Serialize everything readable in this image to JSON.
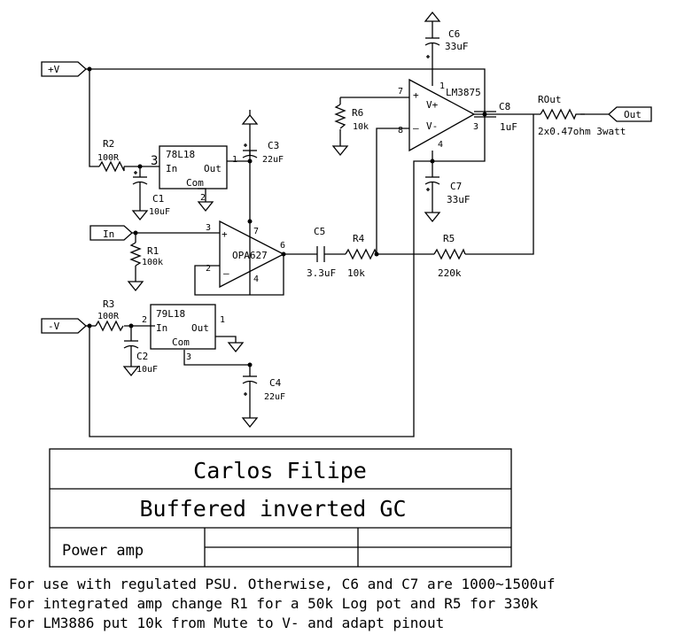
{
  "ports": {
    "pos_supply": "+V",
    "neg_supply": "-V",
    "input": "In",
    "output": "Out"
  },
  "regulators": {
    "pos": {
      "name": "78L18",
      "in": "In",
      "out": "Out",
      "com": "Com",
      "pin_in": "3",
      "pin_out": "1",
      "pin_com": "2"
    },
    "neg": {
      "name": "79L18",
      "in": "In",
      "out": "Out",
      "com": "Com",
      "pin_in": "2",
      "pin_out": "1",
      "pin_com": "3"
    }
  },
  "opamp": {
    "name": "OPA627",
    "pin_plus": "3",
    "pin_minus": "2",
    "pin_v_pos": "7",
    "pin_v_neg": "4",
    "pin_out": "6",
    "sign_plus": "+",
    "sign_minus": "–"
  },
  "power_amp": {
    "name": "LM3875",
    "pin_plus": "7",
    "pin_minus": "8",
    "pin_v_pos": "1",
    "pin_v_neg": "4",
    "pin_out": "3",
    "label_vpos": "V+",
    "label_vneg": "V-",
    "sign_plus": "+",
    "sign_minus": "–"
  },
  "components": {
    "R1": {
      "name": "R1",
      "value": "100k"
    },
    "R2": {
      "name": "R2",
      "value": "100R"
    },
    "R3": {
      "name": "R3",
      "value": "100R"
    },
    "R4": {
      "name": "R4",
      "value": "10k"
    },
    "R5": {
      "name": "R5",
      "value": "220k"
    },
    "R6": {
      "name": "R6",
      "value": "10k"
    },
    "Rout": {
      "name": "ROut",
      "value": "2x0.47ohm 3watt"
    },
    "C1": {
      "name": "C1",
      "value": "10uF"
    },
    "C2": {
      "name": "C2",
      "value": "10uF"
    },
    "C3": {
      "name": "C3",
      "value": "22uF"
    },
    "C4": {
      "name": "C4",
      "value": "22uF"
    },
    "C5": {
      "name": "C5",
      "value": "3.3uF"
    },
    "C6": {
      "name": "C6",
      "value": "33uF"
    },
    "C7": {
      "name": "C7",
      "value": "33uF"
    },
    "C8": {
      "name": "C8",
      "value": "1uF"
    }
  },
  "title_block": {
    "author": "Carlos Filipe",
    "title": "Buffered inverted GC",
    "subtitle": "Power amp"
  },
  "notes": [
    "For use with regulated PSU. Otherwise, C6 and C7 are 1000~1500uf",
    "For integrated amp change R1 for a 50k Log pot and R5 for 330k",
    "For LM3886 put 10k from Mute to V- and adapt pinout"
  ]
}
